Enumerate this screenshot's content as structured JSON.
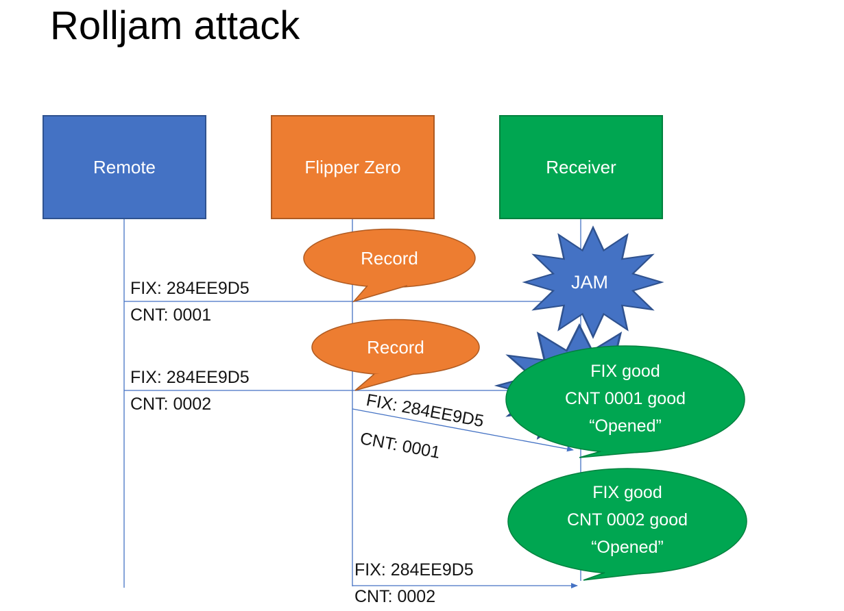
{
  "title": "Rolljam attack",
  "colors": {
    "remote_blue": "#4472C4",
    "remote_blue_border": "#2F528F",
    "flipper_orange": "#ED7D31",
    "flipper_orange_border": "#AE5A21",
    "receiver_green": "#00A651",
    "receiver_green_border": "#00813E",
    "connector_blue": "#4472C4"
  },
  "actors": [
    {
      "label": "Remote"
    },
    {
      "label": "Flipper Zero"
    },
    {
      "label": "Receiver"
    }
  ],
  "messages": [
    {
      "line1": "FIX: 284EE9D5",
      "line2": "CNT: 0001"
    },
    {
      "line1": "FIX: 284EE9D5",
      "line2": "CNT: 0002"
    },
    {
      "line1": "FIX: 284EE9D5",
      "line2": "CNT: 0001"
    },
    {
      "line1": "FIX: 284EE9D5",
      "line2": "CNT: 0002"
    }
  ],
  "callouts": {
    "record1": "Record",
    "record2": "Record",
    "jam": "JAM",
    "result1": {
      "line1": "FIX good",
      "line2": "CNT 0001 good",
      "line3": "“Opened”"
    },
    "result2": {
      "line1": "FIX good",
      "line2": "CNT 0002 good",
      "line3": "“Opened”"
    }
  }
}
